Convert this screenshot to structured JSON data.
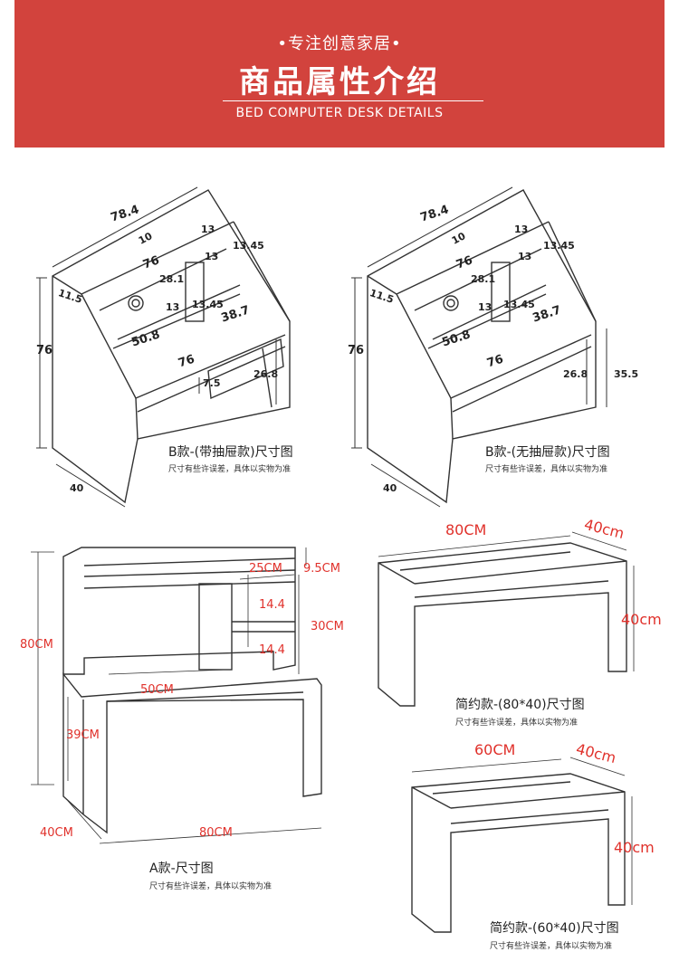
{
  "banner": {
    "tagline": "•专注创意家居•",
    "title": "商品属性介绍",
    "subtitle": "BED COMPUTER DESK DETAILS"
  },
  "note": "尺寸有些许误差，具体以实物为准",
  "b_drawer": {
    "caption": "B款-(带抽屉款)尺寸图",
    "dims": {
      "w_top": "78.4",
      "d10": "10",
      "w76a": "76",
      "d13a": "13",
      "h13_45": "13.45",
      "d13b": "13",
      "h28_1": "28.1",
      "d11_5": "11.5",
      "h76": "76",
      "d13c": "13",
      "h13_45b": "13.45",
      "d38_7": "38.7",
      "w50_8": "50.8",
      "w76b": "76",
      "h26_8": "26.8",
      "h7_5": "7.5",
      "d40": "40"
    }
  },
  "b_nodrawer": {
    "caption": "B款-(无抽屉款)尺寸图",
    "dims": {
      "w_top": "78.4",
      "d10": "10",
      "w76a": "76",
      "d13a": "13",
      "h13_45": "13.45",
      "d13b": "13",
      "h28_1": "28.1",
      "d11_5": "11.5",
      "h76": "76",
      "d13c": "13",
      "h13_45b": "13.45",
      "d38_7": "38.7",
      "w50_8": "50.8",
      "w76b": "76",
      "h26_8": "26.8",
      "h35_5": "35.5",
      "d40": "40"
    }
  },
  "a_model": {
    "caption": "A款-尺寸图",
    "dims": {
      "h80": "80CM",
      "w25": "25CM",
      "h9_5": "9.5CM",
      "h14_4a": "14.4",
      "h30": "30CM",
      "h14_4b": "14.4",
      "w50": "50CM",
      "h39": "39CM",
      "d40": "40CM",
      "w80": "80CM"
    }
  },
  "simple80": {
    "caption": "简约款-(80*40)尺寸图",
    "dims": {
      "w": "80CM",
      "d": "40cm",
      "h": "40cm"
    }
  },
  "simple60": {
    "caption": "简约款-(60*40)尺寸图",
    "dims": {
      "w": "60CM",
      "d": "40cm",
      "h": "40cm"
    }
  }
}
